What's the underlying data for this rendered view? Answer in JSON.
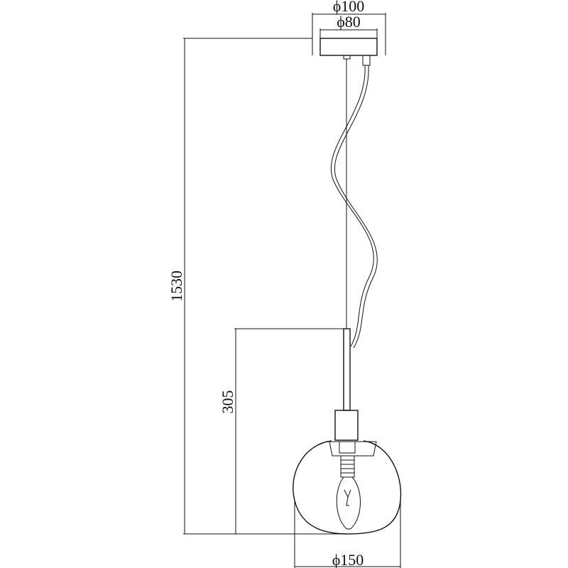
{
  "dimensions": {
    "canopy_outer": {
      "symbol": "ϕ",
      "value": "100"
    },
    "canopy_inner": {
      "symbol": "ϕ",
      "value": "80"
    },
    "total_height": {
      "value": "1530"
    },
    "lamp_height": {
      "value": "305"
    },
    "shade_diameter": {
      "symbol": "ϕ",
      "value": "150"
    }
  },
  "colors": {
    "line": "#111111",
    "background": "#ffffff"
  }
}
